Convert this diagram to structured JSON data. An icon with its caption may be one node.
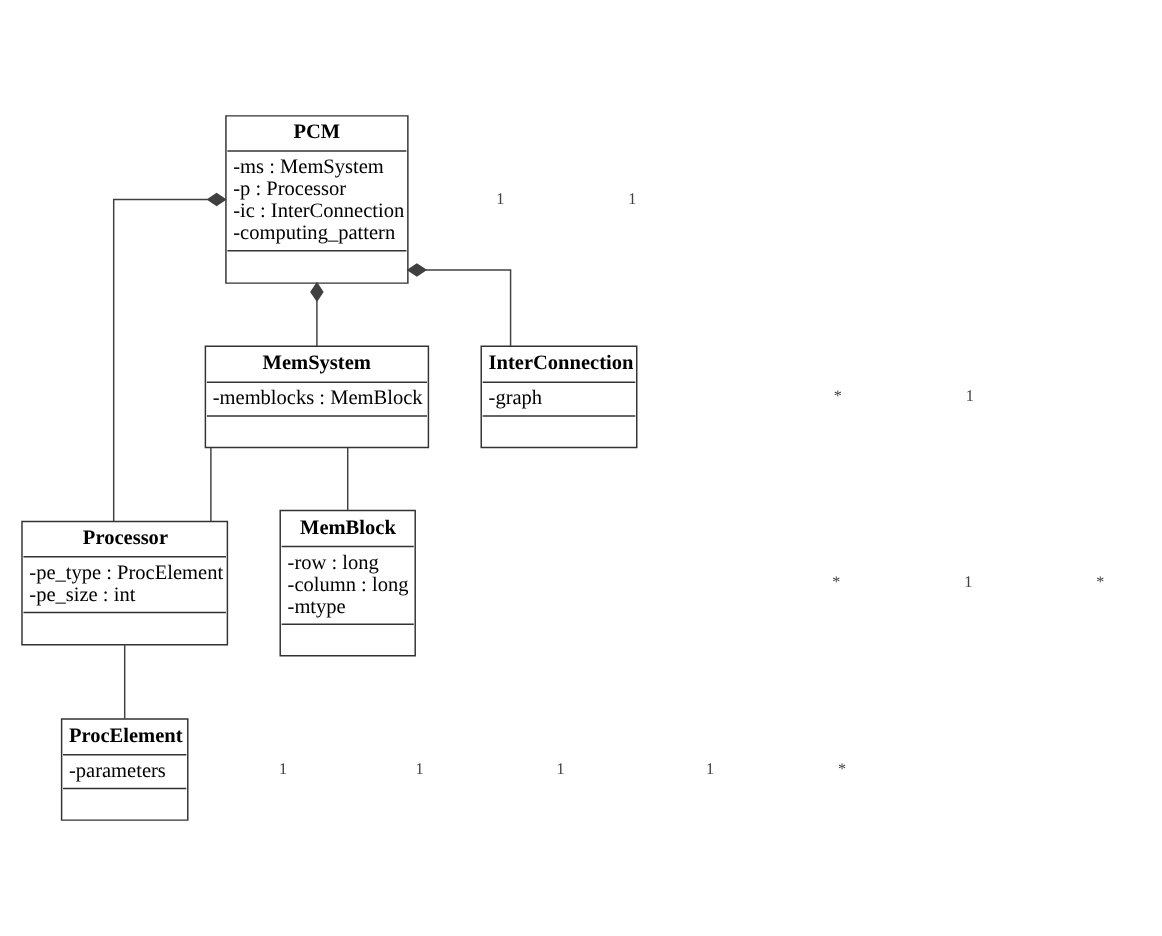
{
  "diagram": {
    "nodes": [
      {
        "text": [
          "PCM",
          "-ms : MemSystem",
          "-p : Processor",
          "-ic : InterConnection",
          "-computing_pattern"
        ]
      },
      {
        "text": [
          "MemSystem",
          "-memblocks : MemBlock"
        ]
      },
      {
        "text": [
          "Processor",
          "-pe_type : ProcElement",
          "-pe_size : int"
        ]
      },
      {
        "text": [
          "InterConnection",
          "-graph"
        ]
      },
      {
        "text": [
          "MemBlock",
          "-row : long",
          "-column : long",
          "-mtype"
        ]
      },
      {
        "text": [
          "ProcElement",
          "-parameters"
        ]
      }
    ],
    "edges": [
      {
        "from": 0,
        "to": 1,
        "arrow": "other"
      },
      {
        "from": 0,
        "to": 2,
        "arrow": "other"
      },
      {
        "from": 0,
        "to": 3,
        "arrow": "other"
      },
      {
        "from": 1,
        "to": 4,
        "arrow": "none"
      },
      {
        "from": 1,
        "to": 2,
        "arrow": "none"
      },
      {
        "from": 2,
        "to": 5,
        "arrow": "none"
      }
    ],
    "labels": [
      "1",
      "1",
      "1",
      "1",
      "1",
      "1",
      "*",
      "1",
      "*",
      "1",
      "*",
      "*"
    ]
  }
}
